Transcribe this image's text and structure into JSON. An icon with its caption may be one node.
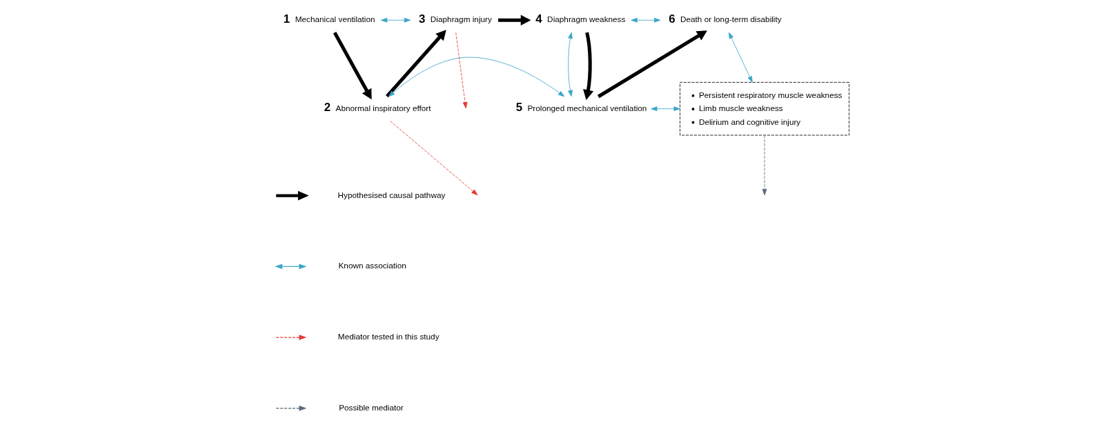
{
  "diagram": {
    "nodes": [
      {
        "text": [
          "1",
          "Mechanical ventilation"
        ]
      },
      {
        "text": [
          "2",
          "Abnormal inspiratory effort"
        ]
      },
      {
        "text": [
          "3",
          "Diaphragm injury"
        ]
      },
      {
        "text": [
          "4",
          "Diaphragm weakness"
        ]
      },
      {
        "text": [
          "5",
          "Prolonged mechanical ventilation"
        ]
      },
      {
        "text": [
          "6",
          "Death or long-term disability"
        ]
      },
      {
        "text": [
          "Persistent respiratory muscle weakness",
          "Limb muscle weakness",
          "Delirium and cognitive injury"
        ]
      }
    ],
    "edges": [
      {
        "from": 0,
        "to": 2,
        "arrow": "both",
        "color": "#3aa6c8"
      },
      {
        "from": 2,
        "to": 3,
        "arrow": "to",
        "style": "thick",
        "color": "#000000"
      },
      {
        "from": 3,
        "to": 5,
        "arrow": "both",
        "color": "#3aa6c8"
      },
      {
        "from": 0,
        "to": 1,
        "arrow": "to",
        "style": "thick",
        "color": "#000000"
      },
      {
        "from": 1,
        "to": 2,
        "arrow": "to",
        "style": "thick",
        "color": "#000000"
      },
      {
        "from": 1,
        "to": null,
        "arrow": "to",
        "style": "dashed",
        "color": "#e53935"
      },
      {
        "from": 2,
        "to": null,
        "arrow": "to",
        "style": "dashed",
        "color": "#e53935"
      },
      {
        "from": 3,
        "to": 4,
        "arrow": "both",
        "color": "#3aa6c8"
      },
      {
        "from": 3,
        "to": 4,
        "arrow": "to",
        "style": "thick",
        "color": "#000000"
      },
      {
        "from": 4,
        "to": 5,
        "arrow": "to",
        "style": "thick",
        "color": "#000000"
      },
      {
        "from": 5,
        "to": 6,
        "arrow": "both",
        "color": "#3aa6c8"
      },
      {
        "from": 1,
        "to": 4,
        "arrow": "both",
        "color": "#3aa6c8"
      },
      {
        "from": 4,
        "to": 6,
        "arrow": "both",
        "color": "#3aa6c8"
      },
      {
        "from": 6,
        "to": null,
        "arrow": "to",
        "style": "dashed",
        "color": "#5a6a7a"
      }
    ],
    "legend": [
      {
        "text": "Hypothesised causal pathway"
      },
      {
        "text": "Known association"
      },
      {
        "text": "Mediator tested in this study"
      },
      {
        "text": "Possible mediator"
      }
    ]
  }
}
